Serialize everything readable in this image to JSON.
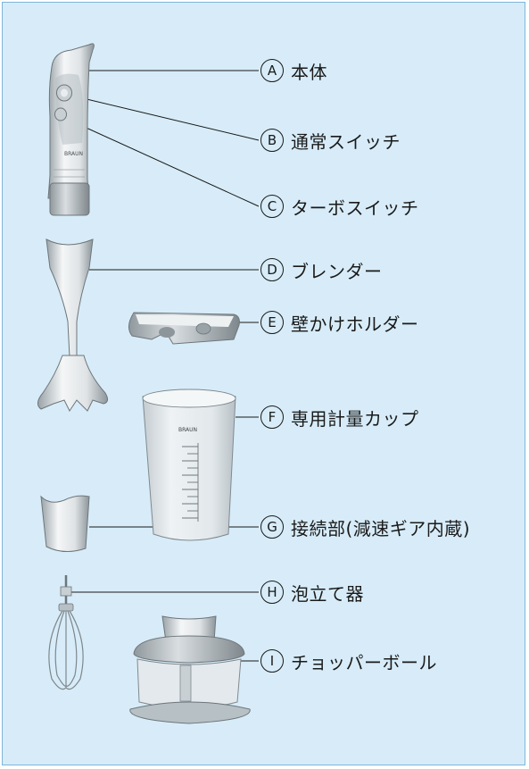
{
  "parts": [
    {
      "letter": "A",
      "name": "本体"
    },
    {
      "letter": "B",
      "name": "通常スイッチ"
    },
    {
      "letter": "C",
      "name": "ターボスイッチ"
    },
    {
      "letter": "D",
      "name": "ブレンダー"
    },
    {
      "letter": "E",
      "name": "壁かけホルダー"
    },
    {
      "letter": "F",
      "name": "専用計量カップ"
    },
    {
      "letter": "G",
      "name": "接続部(減速ギア内蔵)"
    },
    {
      "letter": "H",
      "name": "泡立て器"
    },
    {
      "letter": "I",
      "name": "チョッパーボール"
    }
  ],
  "product": {
    "brand": "BRAUN",
    "cup_brand": "BRAUN"
  },
  "colors": {
    "panel_background": "#d7ecf8",
    "panel_border": "#7fb6da",
    "text": "#1a1a1a"
  }
}
